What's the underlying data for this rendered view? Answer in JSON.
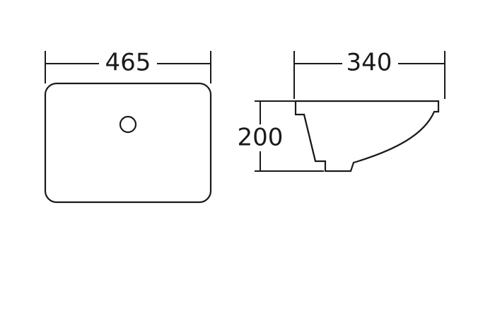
{
  "top_view": {
    "width_label": "465"
  },
  "side_view": {
    "depth_label": "340",
    "height_label": "200"
  },
  "colors": {
    "line": "#1a1a1a",
    "background": "#ffffff"
  }
}
